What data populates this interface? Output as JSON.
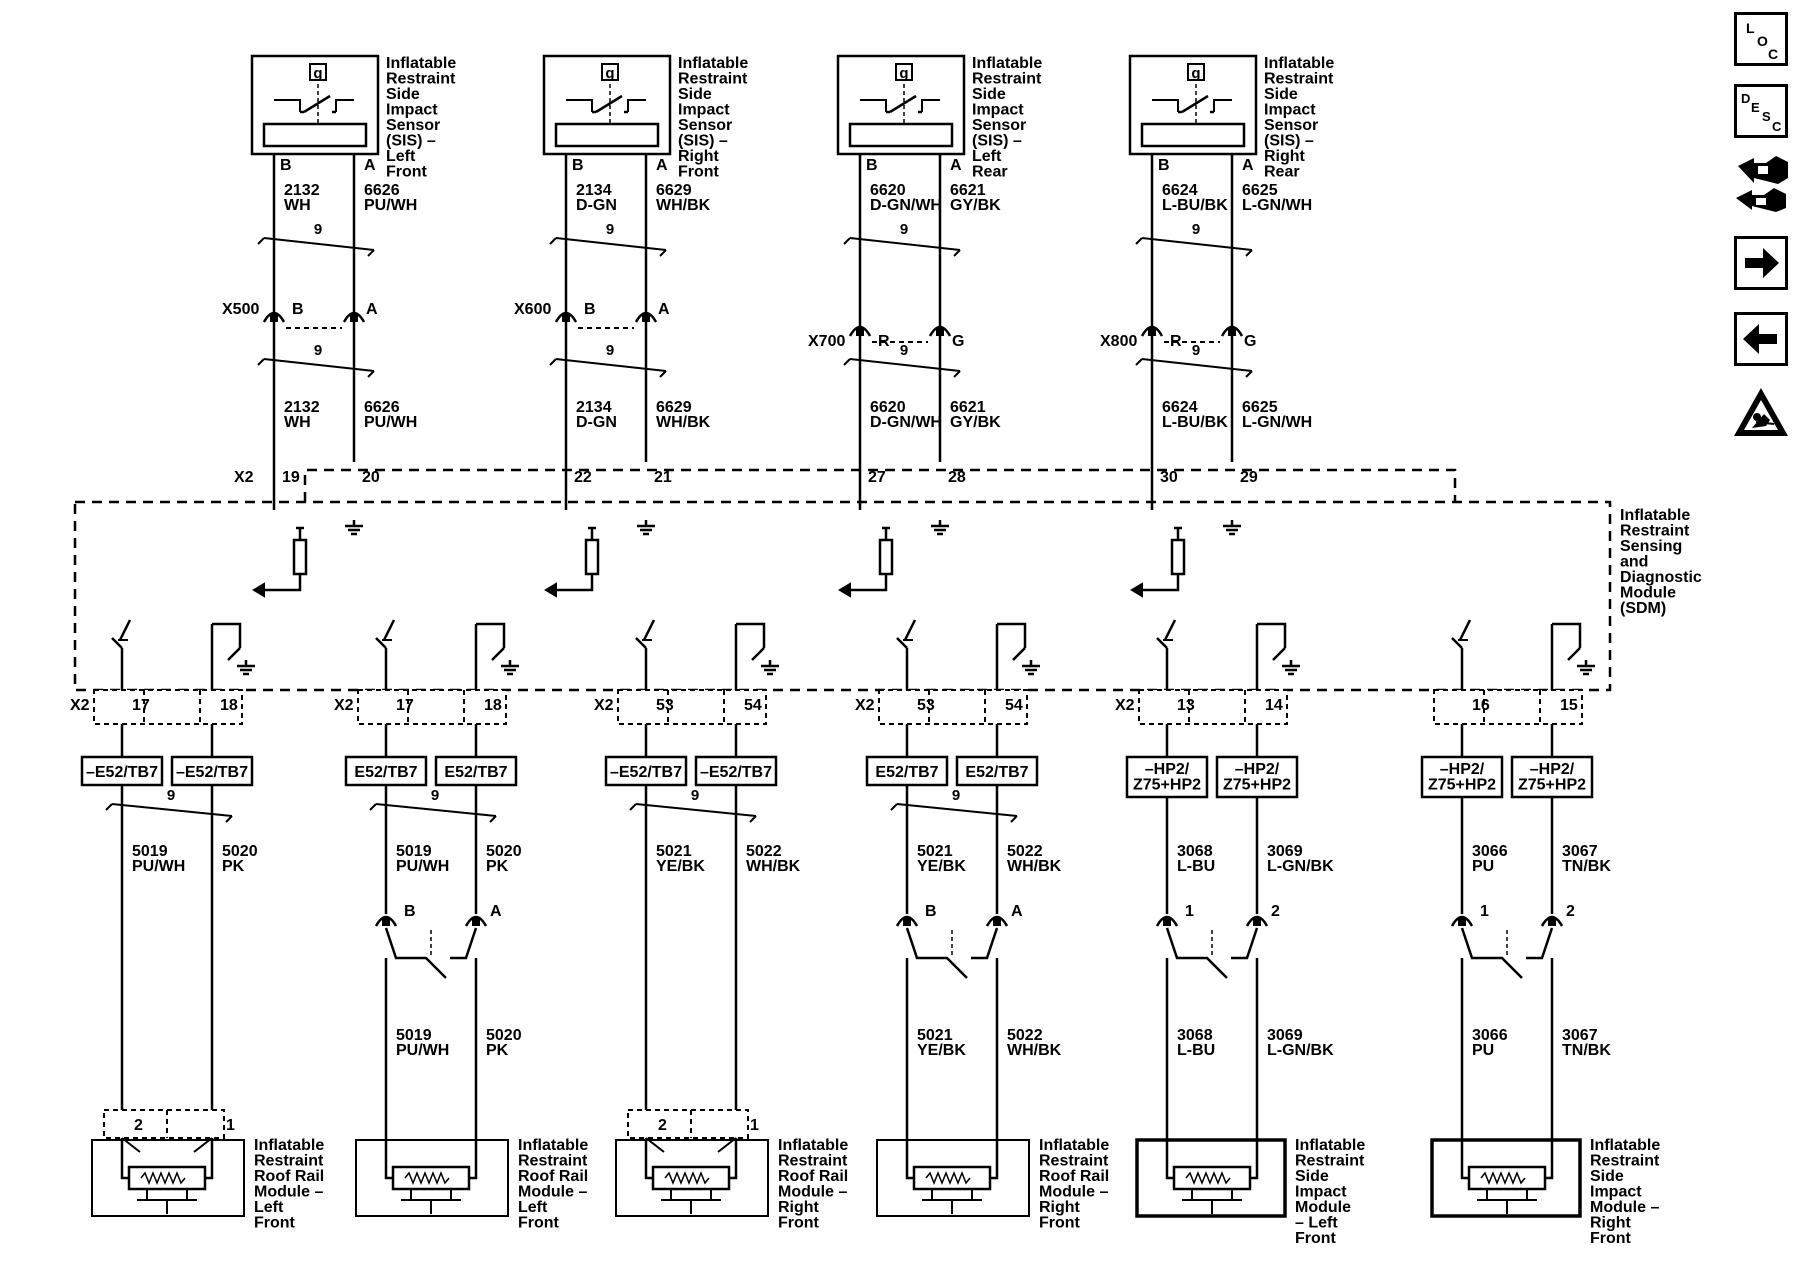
{
  "sensors": [
    {
      "name": "Inflatable\nRestraint\nSide\nImpact\nSensor\n(SIS) –\nLeft\nFront",
      "symbol": "g",
      "pin_b": "B",
      "pin_a": "A",
      "conn": "X500",
      "conn_b": "B",
      "conn_a": "A",
      "w1_num": "2132",
      "w1_col": "WH",
      "w2_num": "6626",
      "w2_col": "PU/WH",
      "splice": "9",
      "sdm_pin_b": "19",
      "sdm_pin_a": "20",
      "x2": "X2"
    },
    {
      "name": "Inflatable\nRestraint\nSide\nImpact\nSensor\n(SIS) –\nRight\nFront",
      "symbol": "g",
      "pin_b": "B",
      "pin_a": "A",
      "conn": "X600",
      "conn_b": "B",
      "conn_a": "A",
      "w1_num": "2134",
      "w1_col": "D-GN",
      "w2_num": "6629",
      "w2_col": "WH/BK",
      "splice": "9",
      "sdm_pin_b": "22",
      "sdm_pin_a": "21",
      "x2": ""
    },
    {
      "name": "Inflatable\nRestraint\nSide\nImpact\nSensor\n(SIS) –\nLeft\nRear",
      "symbol": "g",
      "pin_b": "B",
      "pin_a": "A",
      "conn": "X700",
      "conn_b": "R",
      "conn_a": "G",
      "w1_num": "6620",
      "w1_col": "D-GN/WH",
      "w2_num": "6621",
      "w2_col": "GY/BK",
      "splice": "9",
      "sdm_pin_b": "27",
      "sdm_pin_a": "28",
      "x2": ""
    },
    {
      "name": "Inflatable\nRestraint\nSide\nImpact\nSensor\n(SIS) –\nRight\nRear",
      "symbol": "g",
      "pin_b": "B",
      "pin_a": "A",
      "conn": "X800",
      "conn_b": "R",
      "conn_a": "G",
      "w1_num": "6624",
      "w1_col": "L-BU/BK",
      "w2_num": "6625",
      "w2_col": "L-GN/WH",
      "splice": "9",
      "sdm_pin_b": "30",
      "sdm_pin_a": "29",
      "x2": ""
    }
  ],
  "sdm_label": "Inflatable\nRestraint\nSensing\nand\nDiagnostic\nModule\n(SDM)",
  "modules": [
    {
      "name": "Inflatable\nRestraint\nRoof Rail\nModule –\nLeft\nFront",
      "x2": "X2",
      "pin1": "17",
      "pin2": "18",
      "opt1": "–E52/TB7",
      "opt2": "–E52/TB7",
      "splice": "9",
      "w1_num": "5019",
      "w1_col": "PU/WH",
      "w2_num": "5020",
      "w2_col": "PK",
      "has_conn": false,
      "conn_l": "",
      "conn_r": "",
      "w3_num": "",
      "w3_col": "",
      "w4_num": "",
      "w4_col": "",
      "inline_l": "2",
      "inline_r": "1",
      "box": "thin"
    },
    {
      "name": "Inflatable\nRestraint\nRoof Rail\nModule –\nLeft\nFront",
      "x2": "X2",
      "pin1": "17",
      "pin2": "18",
      "opt1": "E52/TB7",
      "opt2": "E52/TB7",
      "splice": "9",
      "w1_num": "5019",
      "w1_col": "PU/WH",
      "w2_num": "5020",
      "w2_col": "PK",
      "has_conn": true,
      "conn_l": "B",
      "conn_r": "A",
      "w3_num": "5019",
      "w3_col": "PU/WH",
      "w4_num": "5020",
      "w4_col": "PK",
      "inline_l": "",
      "inline_r": "",
      "box": "thin"
    },
    {
      "name": "Inflatable\nRestraint\nRoof Rail\nModule –\nRight\nFront",
      "x2": "X2",
      "pin1": "53",
      "pin2": "54",
      "opt1": "–E52/TB7",
      "opt2": "–E52/TB7",
      "splice": "9",
      "w1_num": "5021",
      "w1_col": "YE/BK",
      "w2_num": "5022",
      "w2_col": "WH/BK",
      "has_conn": false,
      "conn_l": "",
      "conn_r": "",
      "w3_num": "",
      "w3_col": "",
      "w4_num": "",
      "w4_col": "",
      "inline_l": "2",
      "inline_r": "1",
      "box": "thin"
    },
    {
      "name": "Inflatable\nRestraint\nRoof Rail\nModule –\nRight\nFront",
      "x2": "X2",
      "pin1": "53",
      "pin2": "54",
      "opt1": "E52/TB7",
      "opt2": "E52/TB7",
      "splice": "9",
      "w1_num": "5021",
      "w1_col": "YE/BK",
      "w2_num": "5022",
      "w2_col": "WH/BK",
      "has_conn": true,
      "conn_l": "B",
      "conn_r": "A",
      "w3_num": "5021",
      "w3_col": "YE/BK",
      "w4_num": "5022",
      "w4_col": "WH/BK",
      "inline_l": "",
      "inline_r": "",
      "box": "thin"
    },
    {
      "name": "Inflatable\nRestraint\nSide\nImpact\nModule\n– Left\nFront",
      "x2": "X2",
      "pin1": "13",
      "pin2": "14",
      "opt1": "–HP2/\nZ75+HP2",
      "opt2": "–HP2/\nZ75+HP2",
      "splice": "",
      "w1_num": "3068",
      "w1_col": "L-BU",
      "w2_num": "3069",
      "w2_col": "L-GN/BK",
      "has_conn": true,
      "conn_l": "1",
      "conn_r": "2",
      "w3_num": "3068",
      "w3_col": "L-BU",
      "w4_num": "3069",
      "w4_col": "L-GN/BK",
      "inline_l": "",
      "inline_r": "",
      "box": "thick"
    },
    {
      "name": "Inflatable\nRestraint\nSide\nImpact\nModule –\nRight\nFront",
      "x2": "",
      "pin1": "16",
      "pin2": "15",
      "opt1": "–HP2/\nZ75+HP2",
      "opt2": "–HP2/\nZ75+HP2",
      "splice": "",
      "w1_num": "3066",
      "w1_col": "PU",
      "w2_num": "3067",
      "w2_col": "TN/BK",
      "has_conn": true,
      "conn_l": "1",
      "conn_r": "2",
      "w3_num": "3066",
      "w3_col": "PU",
      "w4_num": "3067",
      "w4_col": "TN/BK",
      "inline_l": "",
      "inline_r": "",
      "box": "thick"
    }
  ],
  "nav": {
    "loc_letters": [
      "L",
      "O",
      "C"
    ],
    "desc_letters": [
      "D",
      "E",
      "S",
      "C"
    ]
  }
}
